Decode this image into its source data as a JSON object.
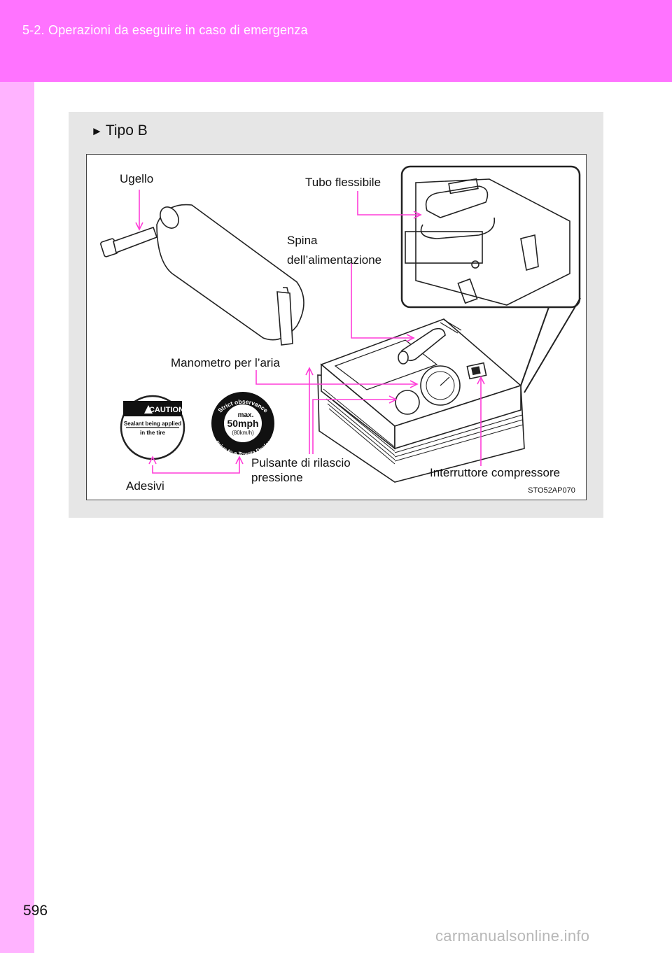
{
  "header": {
    "section_title": "5-2. Operazioni da eseguire in caso di emergenza",
    "band_color": "#ff73ff",
    "strip_color": "#ffb3ff"
  },
  "panel": {
    "title": "Tipo B",
    "title_icon": "right-triangle-icon"
  },
  "figure": {
    "labels": {
      "ugello": "Ugello",
      "tubo": "Tubo flessibile",
      "spina_line1": "Spina",
      "spina_line2": "dell’alimentazione",
      "manometro": "Manometro per l’aria",
      "pulsante_line1": "Pulsante di rilascio",
      "pulsante_line2": "pressione",
      "interruttore": "Interruttore compressore",
      "adesivi": "Adesivi"
    },
    "code": "STO52AP070",
    "leader_color": "#ff3dd8",
    "sticker_caution": {
      "heading": "CAUTION",
      "line1": "Sealant being applied",
      "line2": "in the tire"
    },
    "sticker_speed": {
      "arc_top": "Strict observance",
      "arc_bottom": "Drive to a Toyota Dealer",
      "max": "max.",
      "speed": "50mph",
      "speed_metric": "(80km/h)"
    }
  },
  "page": {
    "number": "596",
    "watermark": "carmanualsonline.info"
  }
}
